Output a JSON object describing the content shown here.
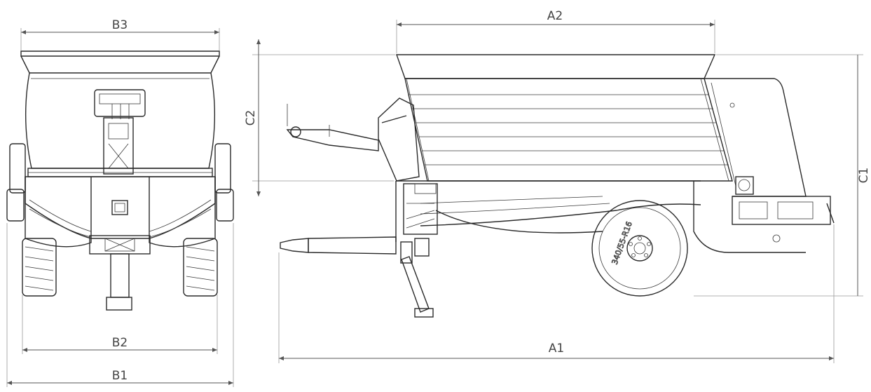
{
  "dimensions": {
    "b3": "B3",
    "b2": "B2",
    "b1": "B1",
    "a2": "A2",
    "a1": "A1",
    "c2": "C2",
    "c1": "C1"
  },
  "tire_marking": "340/55-R16",
  "colors": {
    "line": "#2a2a2a",
    "dimension": "#555555",
    "background": "#ffffff"
  }
}
